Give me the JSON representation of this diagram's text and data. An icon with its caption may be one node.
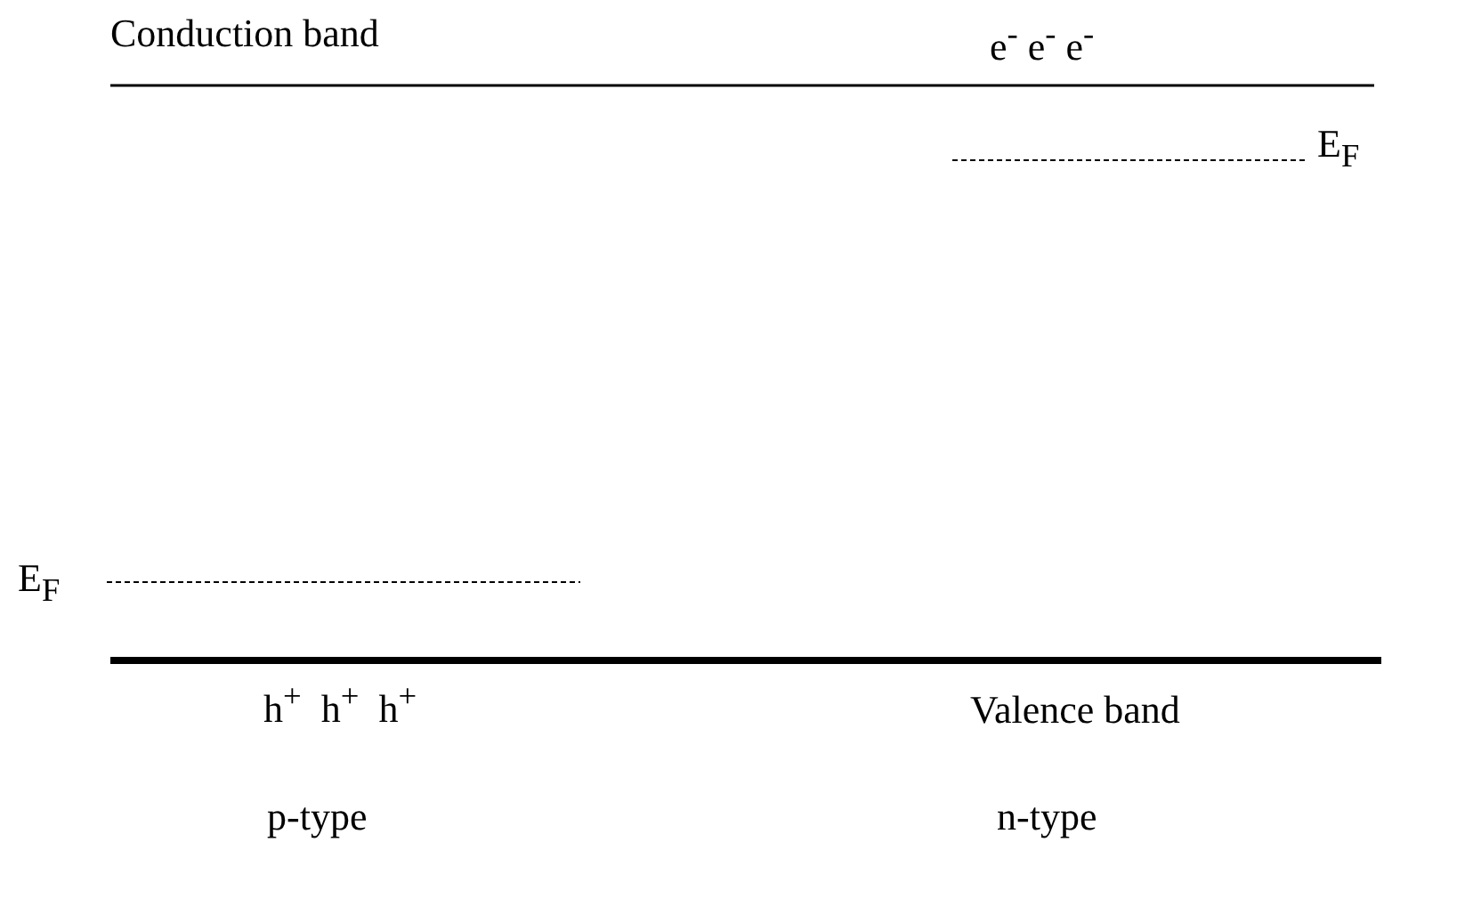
{
  "diagram": {
    "labels": [
      "Conduction band",
      "e$^{-}$ e$^{-}$ e$^{-}$",
      "E$_{F}$",
      "E$_{F}$",
      "h$^{+}$  h$^{+}$  h$^{+}$",
      "Valence band",
      "p-type",
      "n-type"
    ]
  }
}
